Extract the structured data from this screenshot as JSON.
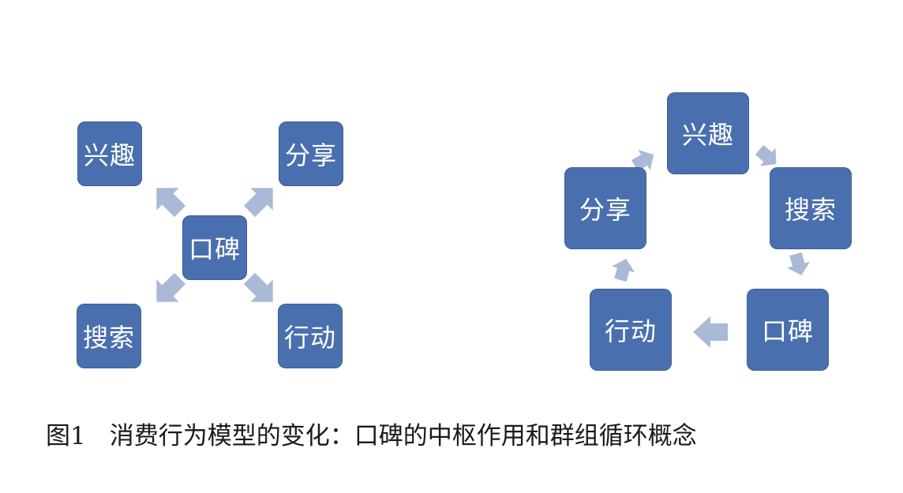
{
  "colors": {
    "box_fill": "#4a6fae",
    "arrow_fill": "#a9b9d6",
    "text_on_box": "#ffffff",
    "caption_text": "#1a1a1a"
  },
  "left_diagram": {
    "center": "口碑",
    "top_left": "兴趣",
    "top_right": "分享",
    "bottom_left": "搜索",
    "bottom_right": "行动"
  },
  "right_diagram": {
    "cycle": [
      "兴趣",
      "搜索",
      "口碑",
      "行动",
      "分享"
    ]
  },
  "caption": {
    "number": "图1",
    "text": "消费行为模型的变化：口碑的中枢作用和群组循环概念"
  }
}
